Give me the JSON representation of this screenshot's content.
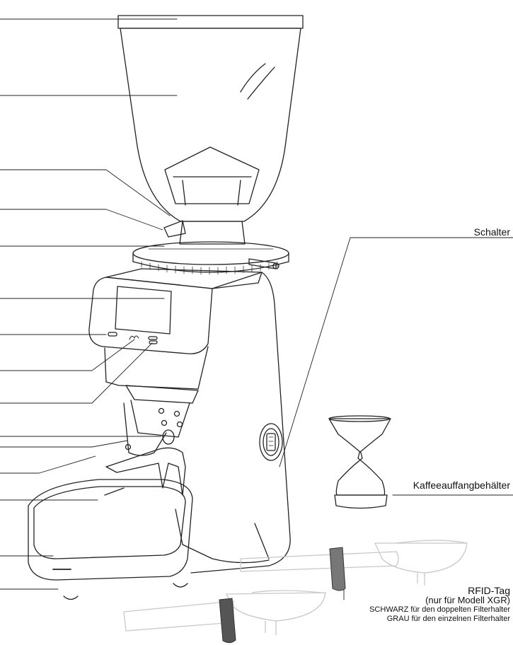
{
  "labels": {
    "switch": "Schalter",
    "coffee_container": "Kaffeeauffangbehälter",
    "rfid_title": "RFID-Tag",
    "rfid_model": "(nur für Modell XGR)",
    "rfid_black": "SCHWARZ für den doppelten Filterhalter",
    "rfid_grey": "GRAU für den einzelnen Filterhalter"
  },
  "colors": {
    "line": "#222222",
    "holder_outline": "#c8c8c8",
    "tag_dark": "#555555"
  }
}
